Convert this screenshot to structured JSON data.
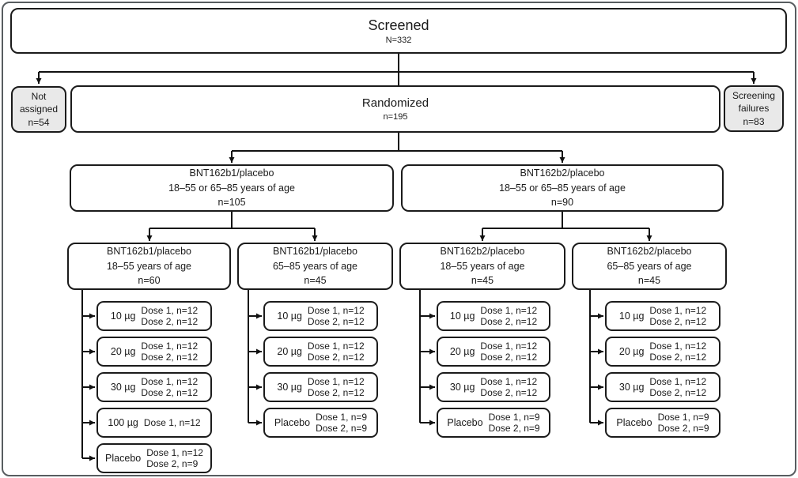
{
  "screened": {
    "title": "Screened",
    "subtitle": "N=332"
  },
  "randomized": {
    "title": "Randomized",
    "subtitle": "n=195"
  },
  "not_assigned": {
    "lines": [
      "Not",
      "assigned",
      "n=54"
    ]
  },
  "screening_failures": {
    "lines": [
      "Screening",
      "failures",
      "n=83"
    ]
  },
  "arms": [
    {
      "lines": [
        "BNT162b1/placebo",
        "18–55 or 65–85 years of age",
        "n=105"
      ]
    },
    {
      "lines": [
        "BNT162b2/placebo",
        "18–55 or 65–85 years of age",
        "n=90"
      ]
    }
  ],
  "cohorts": [
    {
      "lines": [
        "BNT162b1/placebo",
        "18–55 years of age",
        "n=60"
      ],
      "doses": [
        {
          "label": "10 µg",
          "lines": [
            "Dose 1, n=12",
            "Dose 2, n=12"
          ]
        },
        {
          "label": "20 µg",
          "lines": [
            "Dose 1, n=12",
            "Dose 2, n=12"
          ]
        },
        {
          "label": "30 µg",
          "lines": [
            "Dose 1, n=12",
            "Dose 2, n=12"
          ]
        },
        {
          "label": "100 µg",
          "lines": [
            "Dose 1, n=12"
          ]
        },
        {
          "label": "Placebo",
          "lines": [
            "Dose 1, n=12",
            "Dose 2, n=9"
          ]
        }
      ]
    },
    {
      "lines": [
        "BNT162b1/placebo",
        "65–85 years of age",
        "n=45"
      ],
      "doses": [
        {
          "label": "10 µg",
          "lines": [
            "Dose 1, n=12",
            "Dose 2, n=12"
          ]
        },
        {
          "label": "20 µg",
          "lines": [
            "Dose 1, n=12",
            "Dose 2, n=12"
          ]
        },
        {
          "label": "30 µg",
          "lines": [
            "Dose 1, n=12",
            "Dose 2, n=12"
          ]
        },
        {
          "label": "Placebo",
          "lines": [
            "Dose 1, n=9",
            "Dose 2, n=9"
          ]
        }
      ]
    },
    {
      "lines": [
        "BNT162b2/placebo",
        "18–55 years of age",
        "n=45"
      ],
      "doses": [
        {
          "label": "10 µg",
          "lines": [
            "Dose 1, n=12",
            "Dose 2, n=12"
          ]
        },
        {
          "label": "20 µg",
          "lines": [
            "Dose 1, n=12",
            "Dose 2, n=12"
          ]
        },
        {
          "label": "30 µg",
          "lines": [
            "Dose 1, n=12",
            "Dose 2, n=12"
          ]
        },
        {
          "label": "Placebo",
          "lines": [
            "Dose 1, n=9",
            "Dose 2, n=9"
          ]
        }
      ]
    },
    {
      "lines": [
        "BNT162b2/placebo",
        "65–85 years of age",
        "n=45"
      ],
      "doses": [
        {
          "label": "10 µg",
          "lines": [
            "Dose 1, n=12",
            "Dose 2, n=12"
          ]
        },
        {
          "label": "20 µg",
          "lines": [
            "Dose 1, n=12",
            "Dose 2, n=12"
          ]
        },
        {
          "label": "30 µg",
          "lines": [
            "Dose 1, n=12",
            "Dose 2, n=12"
          ]
        },
        {
          "label": "Placebo",
          "lines": [
            "Dose 1, n=9",
            "Dose 2, n=9"
          ]
        }
      ]
    }
  ],
  "colors": {
    "box_border": "#1b1b1b",
    "connector": "#111111",
    "gray_fill": "#e9e9e9",
    "background": "#ffffff"
  }
}
